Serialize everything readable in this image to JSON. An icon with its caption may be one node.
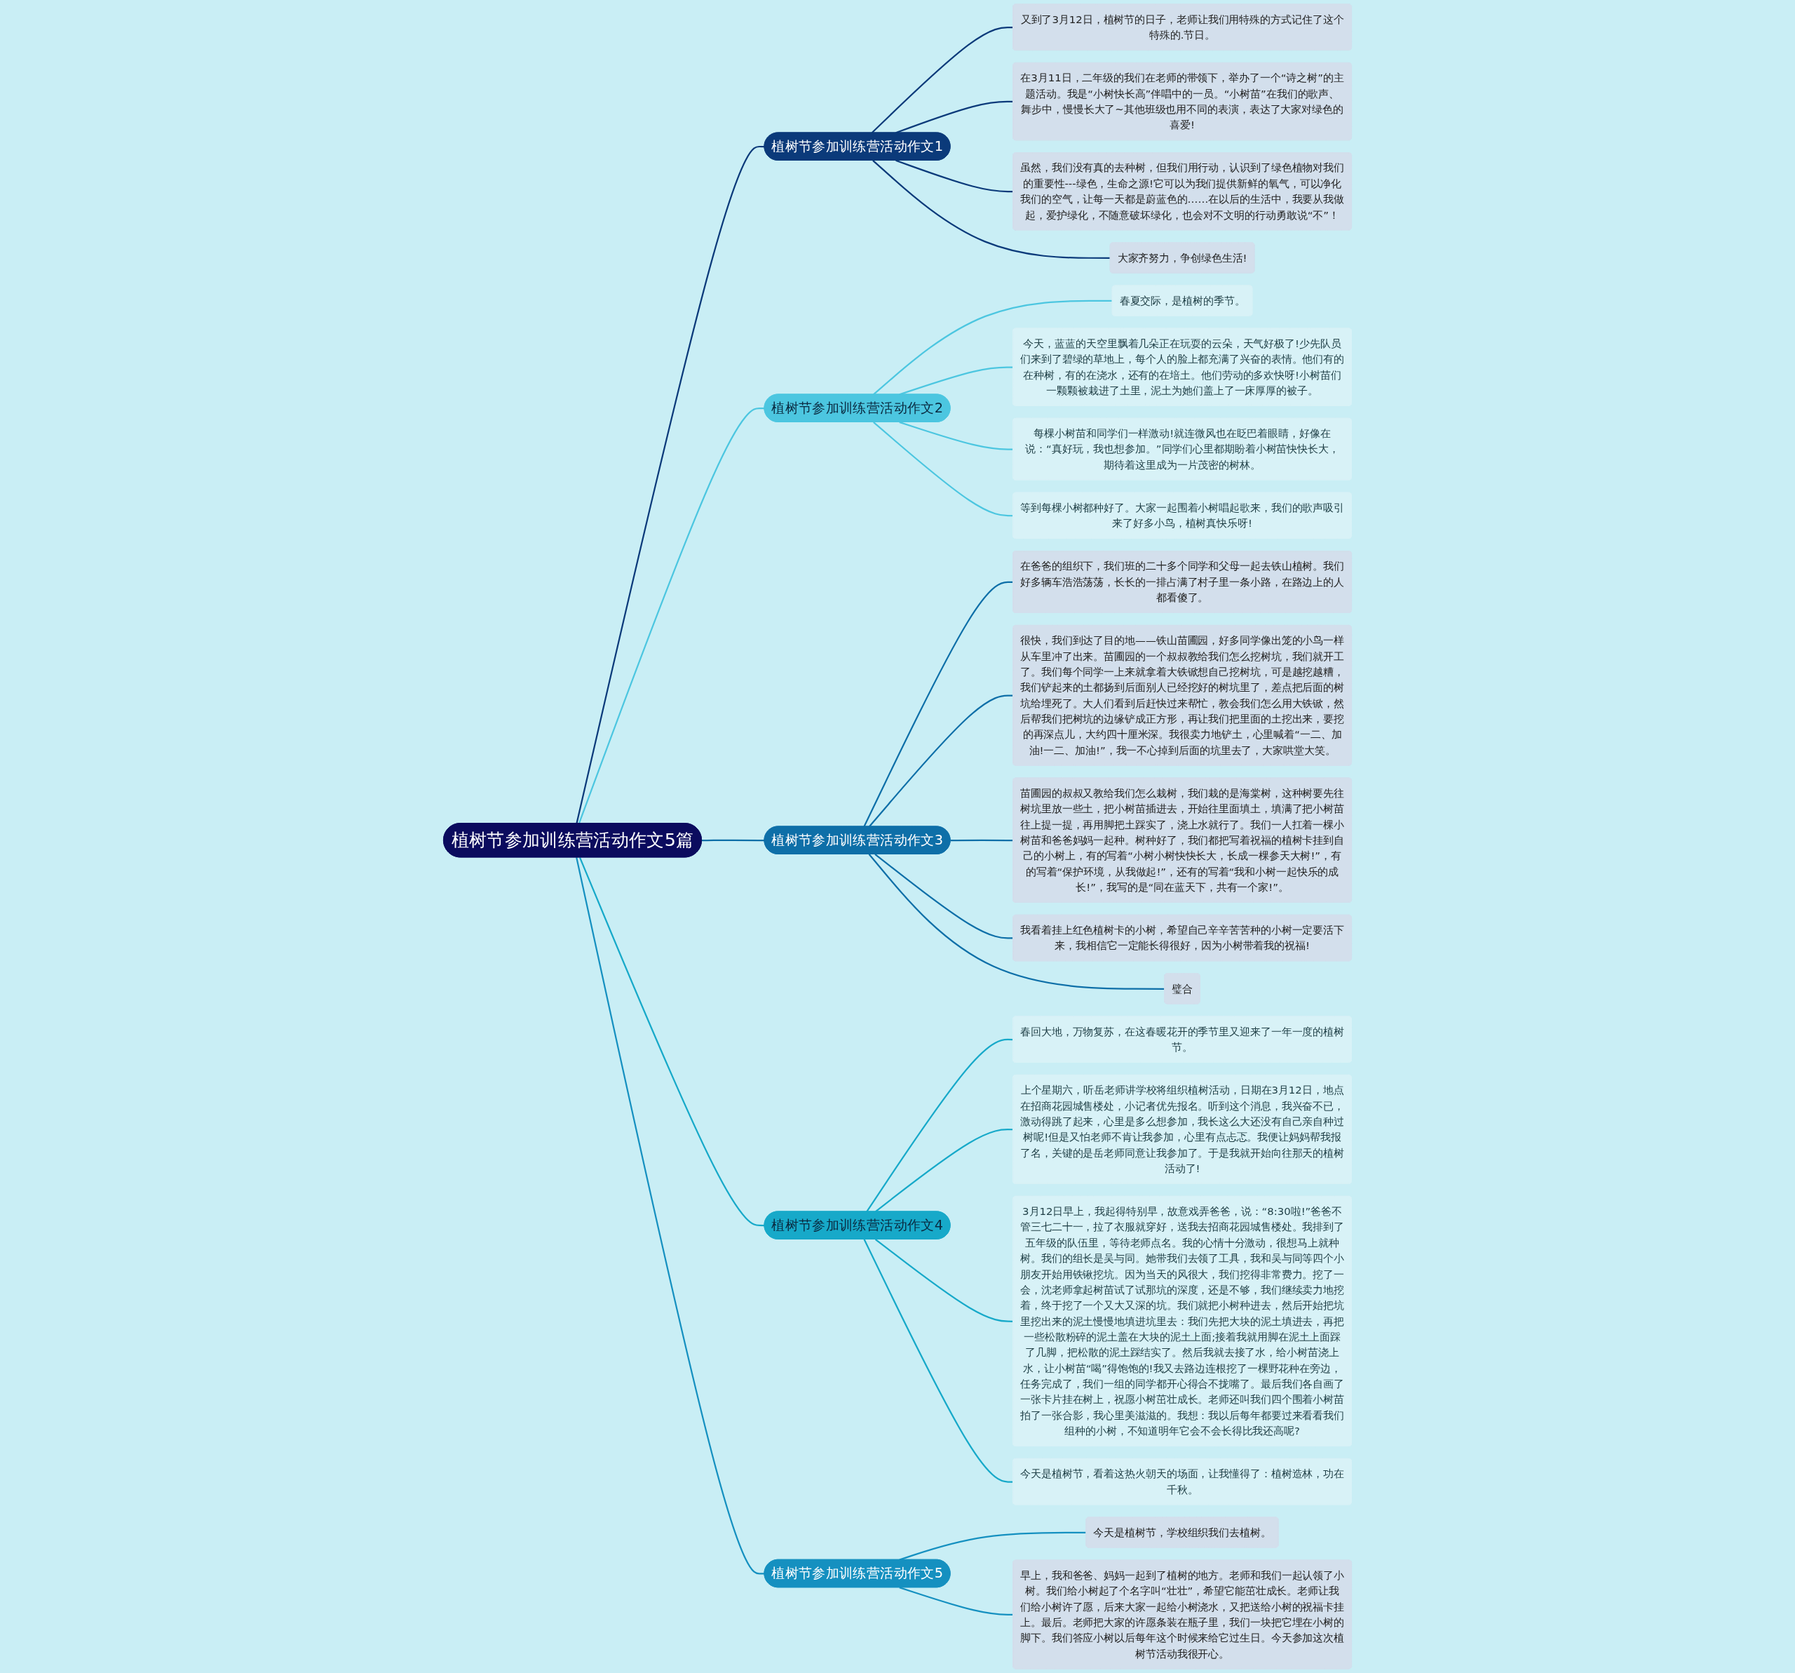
{
  "diagram": {
    "nodes": [
      {
        "text": [
          "植树节参加训练营活动作文5篇"
        ]
      },
      {
        "text": [
          "植树节参加训练营活动作文1"
        ]
      },
      {
        "text": [
          "又到了3月12日，植树节的日子，老师让我们用特殊的方式记住了这个特殊的.节日。"
        ]
      },
      {
        "text": [
          "在3月11日，二年级的我们在老师的带领下，举办了一个“诗之树”的主题活动。我是“小树快长高”伴唱中的一员。“小树苗”在我们的歌声、舞步中，慢慢长大了~其他班级也用不同的表演，表达了大家对绿色的喜爱!"
        ]
      },
      {
        "text": [
          "虽然，我们没有真的去种树，但我们用行动，认识到了绿色植物对我们的重要性---绿色，生命之源!它可以为我们提供新鲜的氧气，可以净化我们的空气，让每一天都是蔚蓝色的……在以后的生活中，我要从我做起，爱护绿化，不随意破坏绿化，也会对不文明的行动勇敢说“不”！"
        ]
      },
      {
        "text": [
          "大家齐努力，争创绿色生活!"
        ]
      },
      {
        "text": [
          "植树节参加训练营活动作文2"
        ]
      },
      {
        "text": [
          "春夏交际，是植树的季节。"
        ]
      },
      {
        "text": [
          "今天，蓝蓝的天空里飘着几朵正在玩耍的云朵，天气好极了!少先队员们来到了碧绿的草地上，每个人的脸上都充满了兴奋的表情。他们有的在种树，有的在浇水，还有的在培土。他们劳动的多欢快呀!小树苗们一颗颗被栽进了土里，泥土为她们盖上了一床厚厚的被子。"
        ]
      },
      {
        "text": [
          "每棵小树苗和同学们一样激动!就连微风也在眨巴着眼睛，好像在说：“真好玩，我也想参加。”同学们心里都期盼着小树苗快快长大，期待着这里成为一片茂密的树林。"
        ]
      },
      {
        "text": [
          "等到每棵小树都种好了。大家一起围着小树唱起歌来，我们的歌声吸引来了好多小鸟，植树真快乐呀!"
        ]
      },
      {
        "text": [
          "植树节参加训练营活动作文3"
        ]
      },
      {
        "text": [
          "在爸爸的组织下，我们班的二十多个同学和父母一起去铁山植树。我们好多辆车浩浩荡荡，长长的一排占满了村子里一条小路，在路边上的人都看傻了。"
        ]
      },
      {
        "text": [
          "很快，我们到达了目的地——铁山苗圃园，好多同学像出笼的小鸟一样从车里冲了出来。苗圃园的一个叔叔教给我们怎么挖树坑，我们就开工了。我们每个同学一上来就拿着大铁锨想自己挖树坑，可是越挖越糟，我们铲起来的土都扬到后面别人已经挖好的树坑里了，差点把后面的树坑给埋死了。大人们看到后赶快过来帮忙，教会我们怎么用大铁锨，然后帮我们把树坑的边缘铲成正方形，再让我们把里面的土挖出来，要挖的再深点儿，大约四十厘米深。我很卖力地铲土，心里喊着“一二、加油!一二、加油!”，我一不心掉到后面的坑里去了，大家哄堂大笑。"
        ]
      },
      {
        "text": [
          "苗圃园的叔叔又教给我们怎么栽树，我们栽的是海棠树，这种树要先往树坑里放一些土，把小树苗插进去，开始往里面填土，填满了把小树苗往上提一提，再用脚把土踩实了，浇上水就行了。我们一人扛着一棵小树苗和爸爸妈妈一起种。树种好了，我们都把写着祝福的植树卡挂到自己的小树上，有的写着“小树小树快快长大，长成一棵参天大树!”，有的写着“保护环境，从我做起!”，还有的写着“我和小树一起快乐的成长!”，我写的是“同在蓝天下，共有一个家!”。"
        ]
      },
      {
        "text": [
          "我看着挂上红色植树卡的小树，希望自己辛辛苦苦种的小树一定要活下来，我相信它一定能长得很好，因为小树带着我的祝福!"
        ]
      },
      {
        "text": [
          "璧合"
        ]
      },
      {
        "text": [
          "植树节参加训练营活动作文4"
        ]
      },
      {
        "text": [
          "春回大地，万物复苏，在这春暖花开的季节里又迎来了一年一度的植树节。"
        ]
      },
      {
        "text": [
          "上个星期六，听岳老师讲学校将组织植树活动，日期在3月12日，地点在招商花园城售楼处，小记者优先报名。听到这个消息，我兴奋不已，激动得跳了起来，心里是多么想参加，我长这么大还没有自己亲自种过树呢!但是又怕老师不肯让我参加，心里有点忐忑。我便让妈妈帮我报了名，关键的是岳老师同意让我参加了。于是我就开始向往那天的植树活动了!"
        ]
      },
      {
        "text": [
          "3月12日早上，我起得特别早，故意戏弄爸爸，说：“8:30啦!”爸爸不管三七二十一，拉了衣服就穿好，送我去招商花园城售楼处。我排到了五年级的队伍里，等待老师点名。我的心情十分激动，很想马上就种树。我们的组长是吴与同。她带我们去领了工具，我和吴与同等四个小朋友开始用铁锹挖坑。因为当天的风很大，我们挖得非常费力。挖了一会，沈老师拿起树苗试了试那坑的深度，还是不够，我们继续卖力地挖着，终于挖了一个又大又深的坑。我们就把小树种进去，然后开始把坑里挖出来的泥土慢慢地填进坑里去：我们先把大块的泥土填进去，再把一些松散粉碎的泥土盖在大块的泥土上面;接着我就用脚在泥土上面踩了几脚，把松散的泥土踩结实了。然后我就去接了水，给小树苗浇上水，让小树苗“喝”得饱饱的!我又去路边连根挖了一棵野花种在旁边，任务完成了，我们一组的同学都开心得合不拢嘴了。最后我们各自画了一张卡片挂在树上，祝愿小树茁壮成长。老师还叫我们四个围着小树苗拍了一张合影，我心里美滋滋的。我想：我以后每年都要过来看看我们组种的小树，不知道明年它会不会长得比我还高呢?"
        ]
      },
      {
        "text": [
          "今天是植树节，看着这热火朝天的场面，让我懂得了：植树造林，功在千秋。"
        ]
      },
      {
        "text": [
          "植树节参加训练营活动作文5"
        ]
      },
      {
        "text": [
          "今天是植树节，学校组织我们去植树。"
        ]
      },
      {
        "text": [
          "早上，我和爸爸、妈妈一起到了植树的地方。老师和我们一起认领了小树。我们给小树起了个名字叫“壮壮”，希望它能茁壮成长。老师让我们给小树许了愿，后来大家一起给小树浇水，又把送给小树的祝福卡挂上。最后。老师把大家的许愿条装在瓶子里，我们一块把它埋在小树的脚下。我们答应小树以后每年这个时候来给它过生日。今天参加这次植树节活动我很开心。"
        ]
      }
    ],
    "edges": [
      {
        "from": 0,
        "to": 1,
        "arrow": "none",
        "color": "#0b3a7a"
      },
      {
        "from": 1,
        "to": 2,
        "arrow": "none",
        "color": "#0b3a7a"
      },
      {
        "from": 1,
        "to": 3,
        "arrow": "none",
        "color": "#0b3a7a"
      },
      {
        "from": 1,
        "to": 4,
        "arrow": "none",
        "color": "#0b3a7a"
      },
      {
        "from": 1,
        "to": 5,
        "arrow": "none",
        "color": "#0b3a7a"
      },
      {
        "from": 0,
        "to": 6,
        "arrow": "none",
        "color": "#4cc6e0"
      },
      {
        "from": 6,
        "to": 7,
        "arrow": "none",
        "color": "#4cc6e0"
      },
      {
        "from": 6,
        "to": 8,
        "arrow": "none",
        "color": "#4cc6e0"
      },
      {
        "from": 6,
        "to": 9,
        "arrow": "none",
        "color": "#4cc6e0"
      },
      {
        "from": 6,
        "to": 10,
        "arrow": "none",
        "color": "#4cc6e0"
      },
      {
        "from": 0,
        "to": 11,
        "arrow": "none",
        "color": "#0e6fa8"
      },
      {
        "from": 11,
        "to": 12,
        "arrow": "none",
        "color": "#0e6fa8"
      },
      {
        "from": 11,
        "to": 13,
        "arrow": "none",
        "color": "#0e6fa8"
      },
      {
        "from": 11,
        "to": 14,
        "arrow": "none",
        "color": "#0e6fa8"
      },
      {
        "from": 11,
        "to": 15,
        "arrow": "none",
        "color": "#0e6fa8"
      },
      {
        "from": 11,
        "to": 16,
        "arrow": "none",
        "color": "#0e6fa8"
      },
      {
        "from": 0,
        "to": 17,
        "arrow": "none",
        "color": "#17a9c9"
      },
      {
        "from": 17,
        "to": 18,
        "arrow": "none",
        "color": "#17a9c9"
      },
      {
        "from": 17,
        "to": 19,
        "arrow": "none",
        "color": "#17a9c9"
      },
      {
        "from": 17,
        "to": 20,
        "arrow": "none",
        "color": "#17a9c9"
      },
      {
        "from": 17,
        "to": 21,
        "arrow": "none",
        "color": "#17a9c9"
      },
      {
        "from": 0,
        "to": 22,
        "arrow": "none",
        "color": "#1590c0"
      },
      {
        "from": 22,
        "to": 23,
        "arrow": "none",
        "color": "#1590c0"
      },
      {
        "from": 22,
        "to": 24,
        "arrow": "none",
        "color": "#1590c0"
      }
    ]
  }
}
